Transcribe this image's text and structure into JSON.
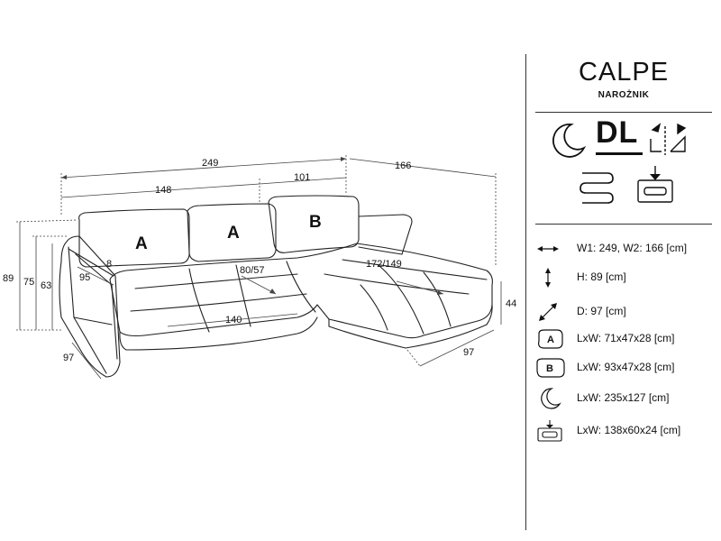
{
  "product": {
    "name": "CALPE",
    "type": "NAROŻNIK",
    "orientation": "DL"
  },
  "drawing": {
    "dimensions": {
      "total_width": "249",
      "side_width": "166",
      "section_left": "148",
      "section_right": "101",
      "height_total": "89",
      "height_back": "75",
      "height_arm": "63",
      "arm_width": "8",
      "arm_depth": "95",
      "seat_depth": "80/57",
      "seat_width": "140",
      "chaise_length": "172/149",
      "chaise_height": "44",
      "depth_left": "97",
      "depth_right": "97"
    },
    "cushion_labels": [
      "A",
      "A",
      "B"
    ]
  },
  "specs": [
    {
      "icon": "width-arrows-icon",
      "text": "W1: 249, W2: 166 [cm]"
    },
    {
      "icon": "height-arrows-icon",
      "text": "H: 89 [cm]"
    },
    {
      "icon": "depth-arrows-icon",
      "text": "D: 97 [cm]"
    },
    {
      "icon": "cushion-a-icon",
      "badge": "A",
      "text": "LxW: 71x47x28 [cm]"
    },
    {
      "icon": "cushion-b-icon",
      "badge": "B",
      "text": "LxW: 93x47x28 [cm]"
    },
    {
      "icon": "sleep-moon-icon",
      "text": "LxW: 235x127 [cm]"
    },
    {
      "icon": "storage-box-icon",
      "text": "LxW: 138x60x24 [cm]"
    }
  ]
}
